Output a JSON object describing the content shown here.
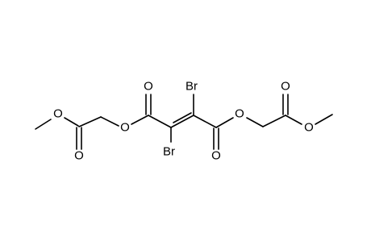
{
  "molecule": {
    "atoms": {
      "o_methoxy_left": "O",
      "o_carbonyl_left": "O",
      "o_ester_left": "O",
      "o_carbonyl_center_left": "O",
      "br_top": "Br",
      "br_bottom": "Br",
      "o_carbonyl_center_right": "O",
      "o_ester_right": "O",
      "o_carbonyl_right": "O",
      "o_methoxy_right": "O"
    }
  }
}
